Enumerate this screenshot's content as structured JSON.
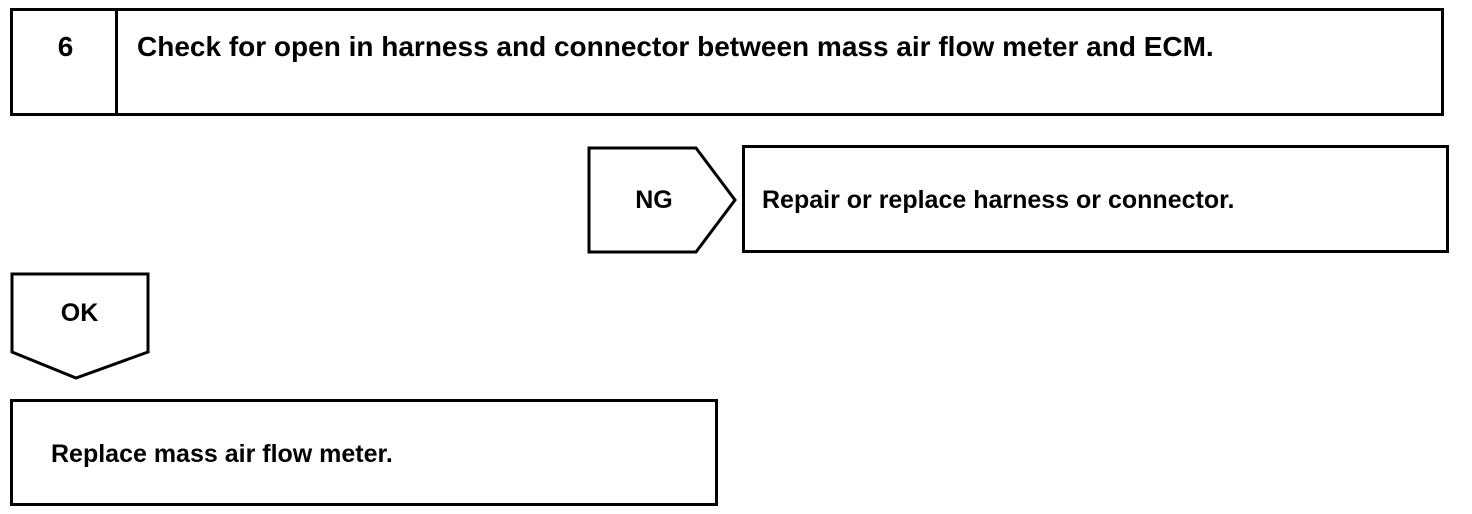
{
  "step": {
    "number": "6",
    "title": "Check for open in harness and connector between mass air flow meter and ECM."
  },
  "ng_branch": {
    "label": "NG",
    "result": "Repair or replace harness or connector."
  },
  "ok_branch": {
    "label": "OK",
    "result": "Replace mass air flow meter."
  }
}
